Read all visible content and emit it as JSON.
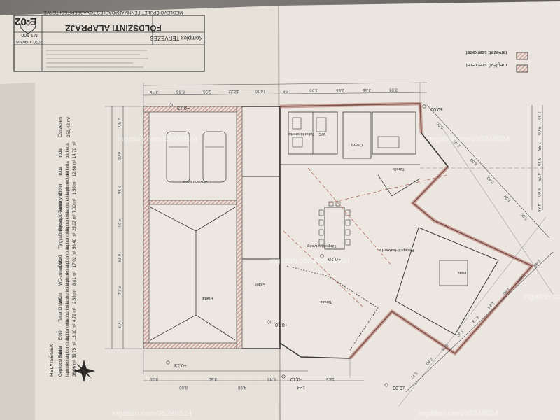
{
  "title_block": {
    "sheet_no": "E-02",
    "title": "FÖLDSZINTI ALAPRAJZ",
    "subtitle": "MEGLÉVŐ ÉPÜLET FENNMARADÁSI ÉS TOVÁBBÉPÍTÉSI TERVE",
    "scale": "M1:100",
    "date": "2020. március",
    "company": "Komplex TERVEZÉS"
  },
  "legend": {
    "new": "tervezett szerkezet",
    "existing": "meglévő szerkezet"
  },
  "room_schedule": {
    "heading": "HELYISÉGEK",
    "rooms": [
      {
        "name": "Gépkocsi tároló",
        "floor": "lapburkolat",
        "area": "36,96 m²"
      },
      {
        "name": "Raktár",
        "floor": "lapburkolat",
        "area": "59,75 m²"
      },
      {
        "name": "Előtér",
        "floor": "lapburkolat",
        "area": "13,10 m²"
      },
      {
        "name": "Takarító szertár",
        "floor": "lapburkolat",
        "area": "4,72 m²"
      },
      {
        "name": "WC",
        "floor": "lapburkolat",
        "area": "2,88 m²"
      },
      {
        "name": "WC-zuhanyzó",
        "floor": "lapburkolat",
        "area": "8,01 m²"
      },
      {
        "name": "Öltöző",
        "floor": "lapburkolat",
        "area": "17,02 m²"
      },
      {
        "name": "Tárgyalóhelyiség",
        "floor": "lapburkolat",
        "area": "56,40 m²"
      },
      {
        "name": "Recepció-teakonyha",
        "floor": "lapburkolat",
        "area": "25,02 m²"
      },
      {
        "name": "Tároló",
        "floor": "lapburkolat",
        "area": "7,00 m²"
      },
      {
        "name": "Előtér",
        "floor": "lapburkolat",
        "area": "1,56 m²"
      },
      {
        "name": "Iroda",
        "floor": "parketta",
        "area": "12,68 m²"
      },
      {
        "name": "Iroda",
        "floor": "parketta",
        "area": "14,70 m²"
      }
    ],
    "total_label": "Összesen",
    "total_value": "259,43 m²"
  },
  "plan_labels": {
    "garage": "Gépkocsi tároló",
    "storage": "Raktár",
    "meeting": "Tárgyalóhelyiség",
    "reception": "Recepció-teakonyha",
    "office": "Iroda",
    "changing": "Öltöző",
    "terrace": "Terasz",
    "lobby": "Előtér",
    "wc": "WC",
    "cleaning": "Takarító szertár",
    "storeroom": "Tároló"
  },
  "levels": {
    "a": "+0,13",
    "b": "+0,20",
    "c": "+0,10",
    "d": "+0,13",
    "e": "-0,10",
    "f": "±0,00",
    "g": "±0,00"
  },
  "dims_top": [
    "2.45",
    "6.66",
    "6.55",
    "12.22",
    "14.10",
    "1.55",
    "1.55",
    "2.55",
    "2.55",
    "3.05"
  ],
  "dims_bottom": [
    "8.39",
    "8.00",
    "3.50",
    "4.98",
    "6.48",
    "1.44",
    "13.5"
  ],
  "dims_left": [
    "4.50",
    "6.09",
    "2.36",
    "5.21",
    "10.76",
    "5.14",
    "1.03"
  ],
  "dims_right": [
    "1.39",
    "5.00",
    "3.85",
    "3.39",
    "4.75",
    "6.00",
    "4.88"
  ],
  "dims_diag_upper": [
    "1.20",
    "2.40",
    "6.69",
    "2.40",
    "1.24",
    "5.00"
  ],
  "dims_diag_lower": [
    "5.77",
    "2.40",
    "5.76",
    "3.32",
    "4.73",
    "1.24",
    "1.40",
    "2.40",
    "2.45"
  ],
  "watermarks": [
    "ingatlan.com/35248524",
    "ingatlan.com/35248524",
    "ingatlan.com/35248524",
    "ingatlan.com/",
    "ingatlan.com/35248524",
    "ingatlan.com/35248524"
  ],
  "colors": {
    "paper": "#e9e4dd",
    "line": "#3a3836",
    "hatch": "#b06a5f",
    "dim": "#4a4a52"
  },
  "icons": {
    "north_arrow": "north-arrow-icon",
    "company_logo": "heart-logo-icon"
  }
}
